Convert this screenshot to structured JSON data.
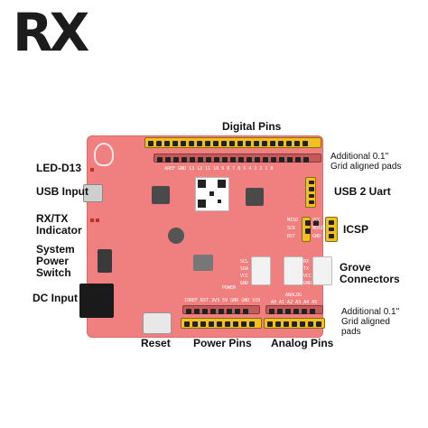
{
  "logo": {
    "text": "RX"
  },
  "labels": {
    "digital_pins": "Digital Pins",
    "additional_top": "Additional 0.1\"\nGrid aligned pads",
    "led_d13": "LED-D13",
    "usb_input": "USB Input",
    "usb_uart": "USB 2 Uart",
    "rxtx": "RX/TX\nIndicator",
    "icsp": "ICSP",
    "system_power": "System\nPower\nSwitch",
    "grove": "Grove\nConnectors",
    "dc_input": "DC Input",
    "additional_bottom": "Additional 0.1\"\nGrid aligned\npads",
    "reset": "Reset",
    "power_pins": "Power Pins",
    "analog_pins": "Analog Pins"
  },
  "silkscreen": {
    "top_row": "AREF GND 13 12 11 10 9 8 7 6 5 4 3 2 1 0",
    "icsp_left": "MISO\nSCK\nRST",
    "icsp_right": "VCC\nMOSI\nGND",
    "power_label": "POWER",
    "analog_label": "ANALOG",
    "power_pins": "IOREF RST 3V3 5V GND GND VIN",
    "analog_pins": "A0 A1 A2 A3 A4 A5",
    "grove_left": "SCL\nSDA\nVCC\nGND",
    "grove_right": "RX\nTX\nVCC\nGND"
  },
  "colors": {
    "board": "#f08080",
    "header": "#f0c020",
    "logo": "#1c1c1c"
  }
}
